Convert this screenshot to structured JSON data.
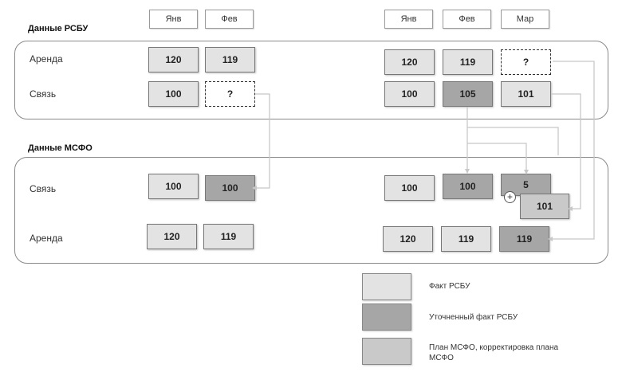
{
  "months": {
    "left": [
      "Янв",
      "Фев"
    ],
    "right": [
      "Янв",
      "Фев",
      "Мар"
    ]
  },
  "rsbu": {
    "title": "Данные РСБУ",
    "rows": [
      {
        "label": "Аренда",
        "left": [
          "120",
          "119"
        ],
        "right": [
          "120",
          "119",
          "?"
        ]
      },
      {
        "label": "Связь",
        "left": [
          "100",
          "?"
        ],
        "right": [
          "100",
          "105",
          "101"
        ]
      }
    ]
  },
  "msfo": {
    "title": "Данные МСФО",
    "rows": [
      {
        "label": "Связь",
        "left": [
          "100",
          "100"
        ],
        "right": [
          "100",
          "100",
          "5"
        ],
        "extra": "101"
      },
      {
        "label": "Аренда",
        "left": [
          "120",
          "119"
        ],
        "right": [
          "120",
          "119",
          "119"
        ]
      }
    ]
  },
  "plus_symbol": "+",
  "legend": [
    {
      "text": "Факт РСБУ",
      "color": "#e3e3e3"
    },
    {
      "text": "Уточненный факт РСБУ",
      "color": "#a6a6a6"
    },
    {
      "text": "План МСФО, корректировка плана МСФО",
      "color": "#c9c9c9"
    }
  ],
  "colors": {
    "fact": "#e3e3e3",
    "refined": "#a6a6a6",
    "plan": "#c9c9c9",
    "connector": "#c8c8c8"
  }
}
